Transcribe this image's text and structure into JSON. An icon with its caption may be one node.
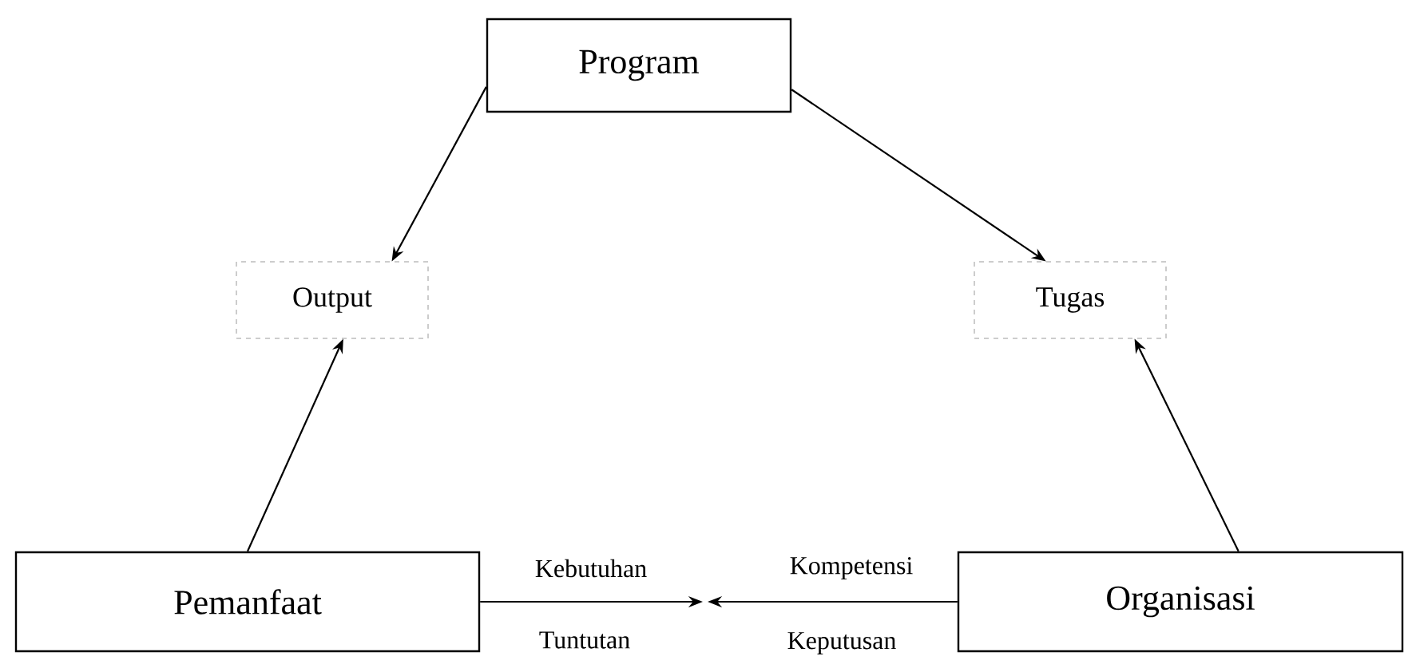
{
  "diagram": {
    "nodes": [
      {
        "text": [
          "Program"
        ]
      },
      {
        "text": [
          "Output"
        ]
      },
      {
        "text": [
          "Tugas"
        ]
      },
      {
        "text": [
          "Pemanfaat"
        ]
      },
      {
        "text": [
          "Organisasi"
        ]
      }
    ],
    "edges": [
      {
        "from": 0,
        "to": 1,
        "arrow": "to"
      },
      {
        "from": 0,
        "to": 2,
        "arrow": "to"
      },
      {
        "from": 3,
        "to": 1,
        "arrow": "to"
      },
      {
        "from": 4,
        "to": 2,
        "arrow": "to"
      },
      {
        "from": 3,
        "to": null,
        "arrow": "to",
        "label": "Kebutuhan"
      },
      {
        "from": 4,
        "to": null,
        "arrow": "to",
        "label": "Kompetensi"
      }
    ],
    "labels": [
      "Tuntutan",
      "Keputusan"
    ]
  }
}
